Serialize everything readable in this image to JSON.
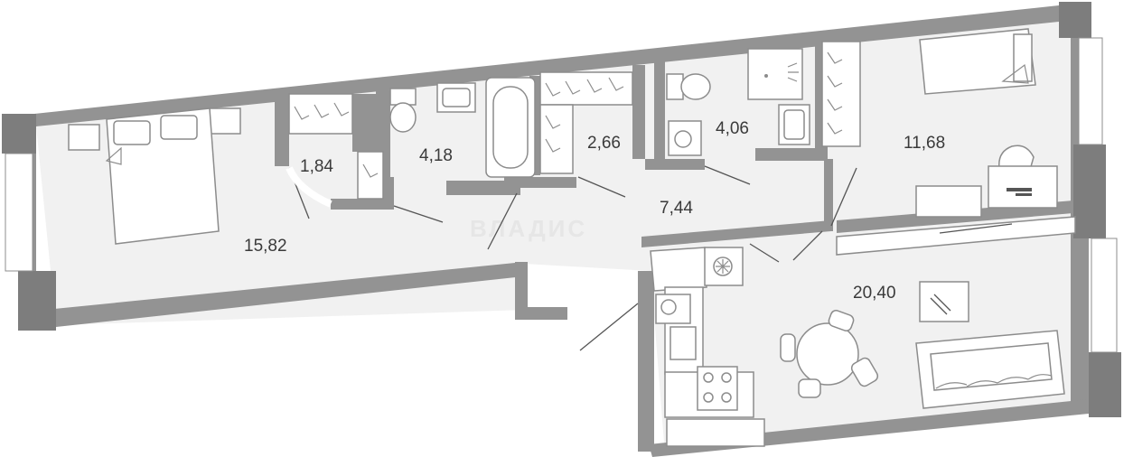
{
  "rooms": [
    {
      "id": "bedroom",
      "area": "15,82"
    },
    {
      "id": "closet",
      "area": "1,84"
    },
    {
      "id": "bathroom",
      "area": "4,18"
    },
    {
      "id": "wardrobe",
      "area": "2,66"
    },
    {
      "id": "wc",
      "area": "4,06"
    },
    {
      "id": "bedroom-2",
      "area": "11,68"
    },
    {
      "id": "hallway",
      "area": "7,44"
    },
    {
      "id": "kitchen-living",
      "area": "20,40"
    }
  ],
  "watermark": "ВЛАДИС",
  "icons": [
    "bed-icon",
    "bathtub-icon",
    "toilet-icon",
    "sink-icon",
    "shower-icon",
    "washing-machine-icon",
    "hanger-icon",
    "desk-icon",
    "chair-icon",
    "tv-icon",
    "stove-icon",
    "dining-table-icon",
    "sofa-icon",
    "fan-icon"
  ],
  "colors": {
    "wall": "#939393",
    "wall_dark": "#7d7d7d",
    "floor": "#f1f1f1",
    "window": "#ffffff",
    "furniture_stroke": "#8c8c8c",
    "text": "#3a3a3a"
  }
}
